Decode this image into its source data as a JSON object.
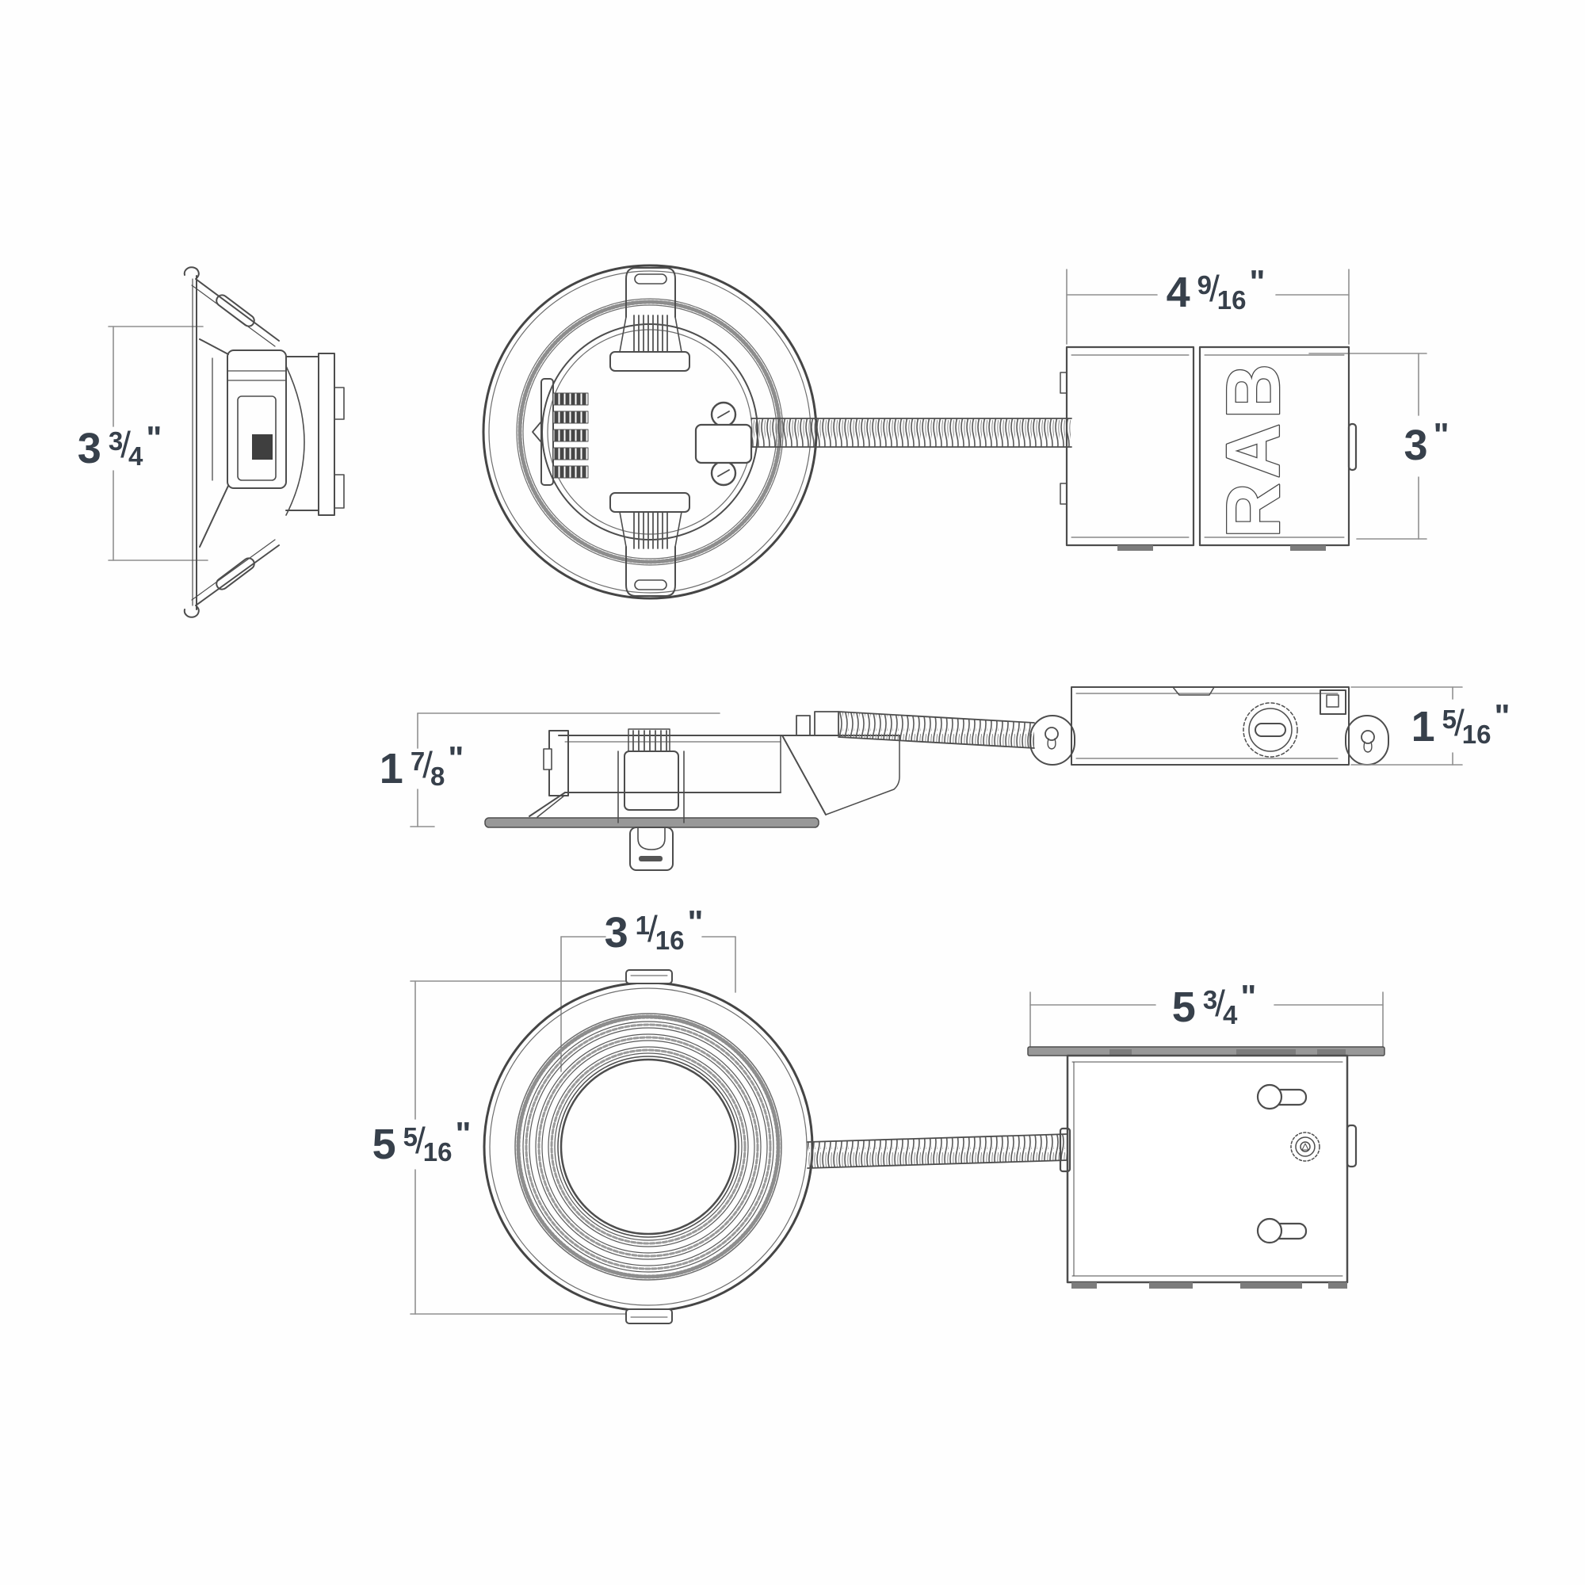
{
  "brand_label": "RAB",
  "dims": {
    "trim_depth": {
      "whole": "3",
      "num": "3",
      "sl": "/",
      "den": "4",
      "unit": "\""
    },
    "box_width": {
      "whole": "4",
      "num": "9",
      "sl": "/",
      "den": "16",
      "unit": "\""
    },
    "box_height": {
      "whole": "3",
      "num": "",
      "sl": "",
      "den": "",
      "unit": "\""
    },
    "recess_height": {
      "whole": "1",
      "num": "7",
      "sl": "/",
      "den": "8",
      "unit": "\""
    },
    "driver_height": {
      "whole": "1",
      "num": "5",
      "sl": "/",
      "den": "16",
      "unit": "\""
    },
    "aperture_width": {
      "whole": "3",
      "num": "1",
      "sl": "/",
      "den": "16",
      "unit": "\""
    },
    "overall_diameter": {
      "whole": "5",
      "num": "5",
      "sl": "/",
      "den": "16",
      "unit": "\""
    },
    "driver_length": {
      "whole": "5",
      "num": "3",
      "sl": "/",
      "den": "4",
      "unit": "\""
    }
  }
}
